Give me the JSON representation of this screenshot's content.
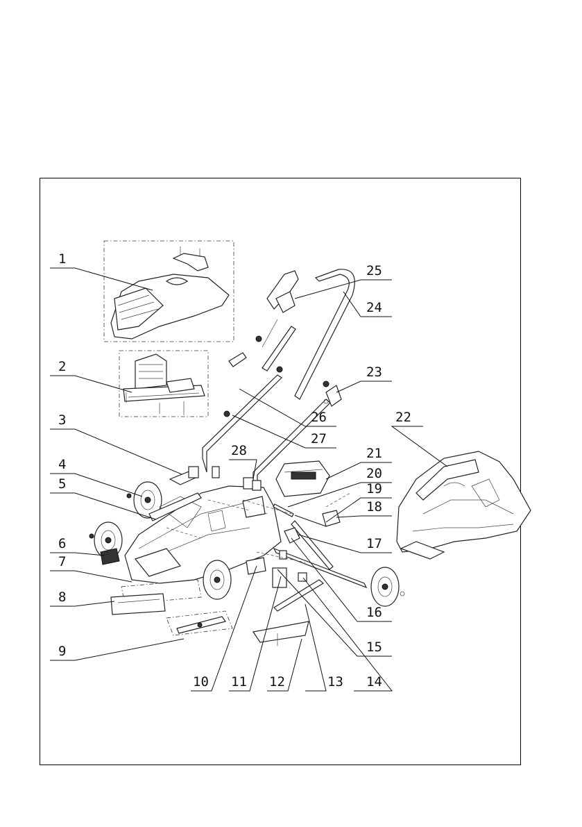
{
  "callouts": [
    {
      "num": "1"
    },
    {
      "num": "2"
    },
    {
      "num": "3"
    },
    {
      "num": "4"
    },
    {
      "num": "5"
    },
    {
      "num": "6"
    },
    {
      "num": "7"
    },
    {
      "num": "8"
    },
    {
      "num": "9"
    },
    {
      "num": "10"
    },
    {
      "num": "11"
    },
    {
      "num": "12"
    },
    {
      "num": "13"
    },
    {
      "num": "14"
    },
    {
      "num": "15"
    },
    {
      "num": "16"
    },
    {
      "num": "17"
    },
    {
      "num": "18"
    },
    {
      "num": "19"
    },
    {
      "num": "20"
    },
    {
      "num": "21"
    },
    {
      "num": "22"
    },
    {
      "num": "23"
    },
    {
      "num": "24"
    },
    {
      "num": "25"
    },
    {
      "num": "26"
    },
    {
      "num": "27"
    },
    {
      "num": "28"
    }
  ]
}
